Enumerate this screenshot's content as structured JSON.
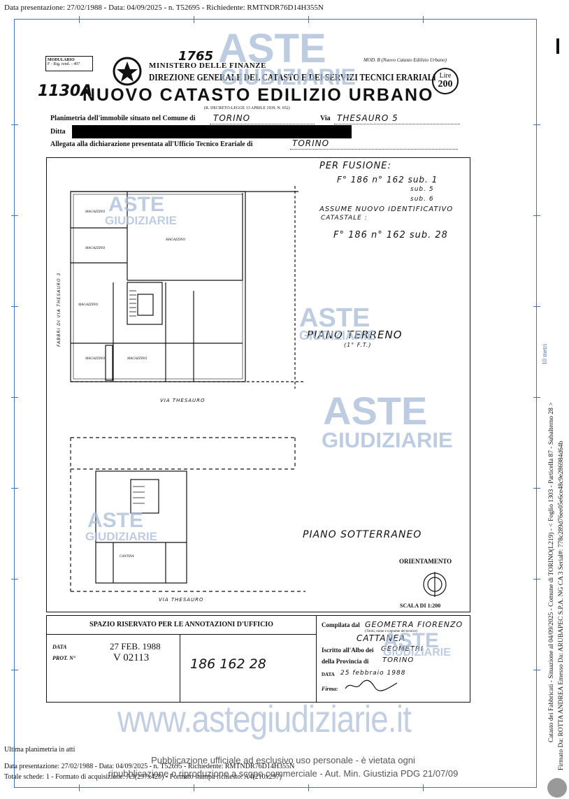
{
  "top_meta": "Data presentazione: 27/02/1988 - Data: 04/09/2025 - n. T52695 - Richiedente: RMTNDR76D14H355N",
  "header": {
    "modulario_label": "MODULARIO",
    "modulario_sub": "F - Rig. rend. - 497",
    "ministero": "MINISTERO DELLE FINANZE",
    "direzione": "DIREZIONE GENERALE DEL CATASTO E DEI SERVIZI TECNICI ERARIALI",
    "catasto": "NUOVO CATASTO EDILIZIO URBANO",
    "decreto": "(R. DECRETO-LEGGE 13 APRILE 1939, N. 652)",
    "mod": "MOD. B (Nuovo Catasto Edilizio Urbano)",
    "lire_label": "Lire",
    "lire_value": "200",
    "hand_top": "1765",
    "hand_left": "1130A"
  },
  "planimetria": {
    "label": "Planimetria dell'immobile situato nel Comune di",
    "comune": "TORINO",
    "via_label": "Via",
    "via": "THESAURO 5",
    "ditta_label": "Ditta",
    "allegata_label": "Allegata alla dichiarazione presentata all'Ufficio Tecnico Erariale di",
    "ufficio": "TORINO"
  },
  "plan": {
    "fusione_title": "PER FUSIONE:",
    "fusione_line1": "F° 186  n° 162  sub. 1",
    "fusione_line2": "sub. 5",
    "fusione_line3": "sub. 6",
    "assume_line1": "ASSUME NUOVO IDENTIFICATIVO",
    "assume_line2": "CATASTALE :",
    "new_id": "F° 186  n° 162  sub. 28",
    "piano_terreno": "PIANO TERRENO",
    "piano_terreno_sub": "(1° F.T.)",
    "via_thesauro_1": "VIA THESAURO",
    "via_thesauro_2": "VIA THESAURO",
    "via_side": "FABBRI DI VIA THESAURO 3",
    "piano_sotterraneo": "PIANO SOTTERRANEO",
    "orientamento": "ORIENTAMENTO",
    "scala": "SCALA DI 1:200",
    "rooms": [
      "MAGAZZINO",
      "MAGAZZINO",
      "MAGAZZINO",
      "MAGAZZINO",
      "MAGAZZINO",
      "MAGAZZINO",
      "CANTINA"
    ]
  },
  "notes": {
    "title": "SPAZIO RISERVATO PER LE ANNOTAZIONI D'UFFICIO",
    "data_label": "DATA",
    "data_value": "27 FEB. 1988",
    "prot_label": "PROT. N°",
    "prot_value": "V 02113",
    "id_value": "186  162  28",
    "compilata_label": "Compilata dal",
    "compilata_value": "GEOMETRA FIORENZO",
    "compilata_name": "CATTANEA",
    "compilata_sub": "(Titolo, nome e cognome del tecnico)",
    "iscritto_label": "Iscritto all'Albo dei",
    "iscritto_value": "GEOMETRI",
    "provincia_label": "della Provincia di",
    "provincia_value": "TORINO",
    "data2_label": "DATA",
    "data2_value": "25 febbraio 1988",
    "firma_label": "Firma:"
  },
  "watermarks": {
    "aste": "ASTE",
    "giudiziarie": "GIUDIZIARIE",
    "site": "www.astegiudiziarie.it"
  },
  "side": {
    "scale_label": "10 metri",
    "line1": "Catasto dei Fabbricati - Situazione al 04/09/2025 - Comune di TORINO(L219) - < Foglio 1303 - Particella 87 - Subalterno 28 >",
    "line2": "Firmato Da: ROTTA ANDREA Emesso Da: ARUBAPEC S.P.A. NG CA 3 Serial#: 778c289d76ee05e6ce48c9e286984d64b"
  },
  "footer": {
    "ultima": "Ultima planimetria in atti",
    "data_line": "Data presentazione: 27/02/1988 - Data: 04/09/2025 - n. T52695 - Richiedente: RMTNDR76D14H355N",
    "totale": "Totale schede: 1 - Formato di acquisizione: A3(297x420) - Formato stampa richiesto: A4(210x297)",
    "notice1": "Pubblicazione ufficiale ad esclusivo uso personale - è vietata ogni",
    "notice2": "ripubblicazione o riproduzione a scopo commerciale - Aut. Min. Giustizia PDG 21/07/09"
  }
}
